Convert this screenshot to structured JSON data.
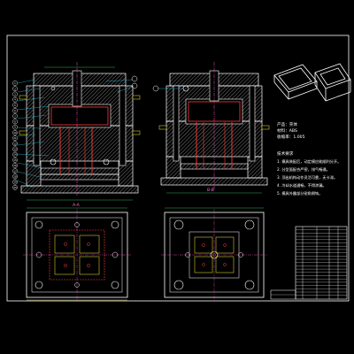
{
  "colors": {
    "background": "#000000",
    "frame": "#ffffff",
    "hatch": "#d8d8d8",
    "part": "#ff3b3b",
    "center": "#ff4fc3",
    "cyan": "#2dd7ff",
    "label": "#ffef3a",
    "blue": "#4aa3ff",
    "green": "#36e36f"
  },
  "balloons_left": [
    "1",
    "2",
    "3",
    "4",
    "5",
    "6",
    "7",
    "8",
    "9",
    "10",
    "11",
    "12",
    "13",
    "14",
    "15",
    "16",
    "17",
    "18",
    "19",
    "20"
  ],
  "captions": {
    "front_view": "A-A",
    "side_view": "B-B",
    "plan_left": "",
    "plan_right": ""
  },
  "info": {
    "product": "产品：",
    "product_value": "壳体",
    "material": "材料：ABS",
    "shrinkage": "收缩率：1.005"
  },
  "notes": {
    "title": "技术要求",
    "items": [
      "1. 模具装配后，动定模应能顺利分开。",
      "2. 分型面配合严密，排气畅通。",
      "3. 顶出机构动作灵活可靠，无卡滞。",
      "4. 冷却水道通畅，不得渗漏。",
      "5. 模具外露部分锐角倒钝。"
    ]
  },
  "title_block": {
    "label": ""
  }
}
